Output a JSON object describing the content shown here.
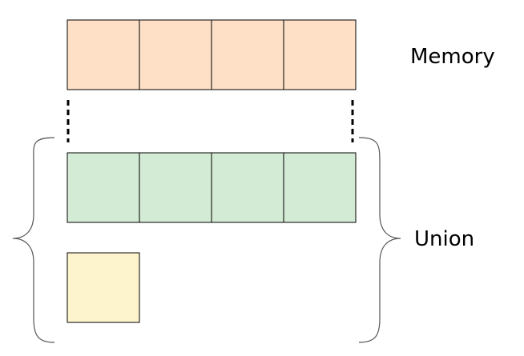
{
  "labels": {
    "memory": "Memory",
    "union": "Union"
  },
  "colors": {
    "memory_fill": "#fde0c6",
    "union_fill": "#d3ead4",
    "byte_fill": "#fdf3cc",
    "stroke": "#000000",
    "brace": "#555555"
  },
  "rows": {
    "memory_cells": 4,
    "union_cells": 4,
    "byte_cells": 1
  }
}
